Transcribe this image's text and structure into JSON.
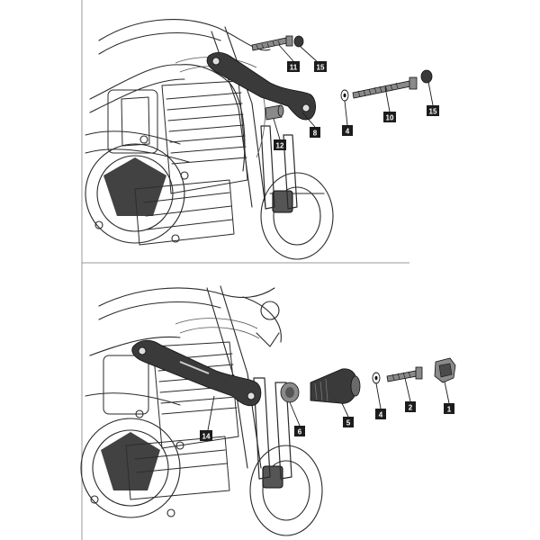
{
  "top_panel": {
    "callouts": [
      {
        "id": "c15a",
        "label": "15"
      },
      {
        "id": "c11",
        "label": "11"
      },
      {
        "id": "c15b",
        "label": "15"
      },
      {
        "id": "c4",
        "label": "4"
      },
      {
        "id": "c10",
        "label": "10"
      },
      {
        "id": "c12",
        "label": "12"
      },
      {
        "id": "c8",
        "label": "8"
      }
    ]
  },
  "bottom_panel": {
    "callouts": [
      {
        "id": "c14",
        "label": "14"
      },
      {
        "id": "c6",
        "label": "6"
      },
      {
        "id": "c5",
        "label": "5"
      },
      {
        "id": "c4",
        "label": "4"
      },
      {
        "id": "c2",
        "label": "2"
      },
      {
        "id": "c1",
        "label": "1"
      }
    ]
  },
  "colors": {
    "line_art": "#2a2a2a",
    "callout_bg": "#1c1c1c",
    "callout_text": "#ffffff",
    "background": "#ffffff"
  }
}
